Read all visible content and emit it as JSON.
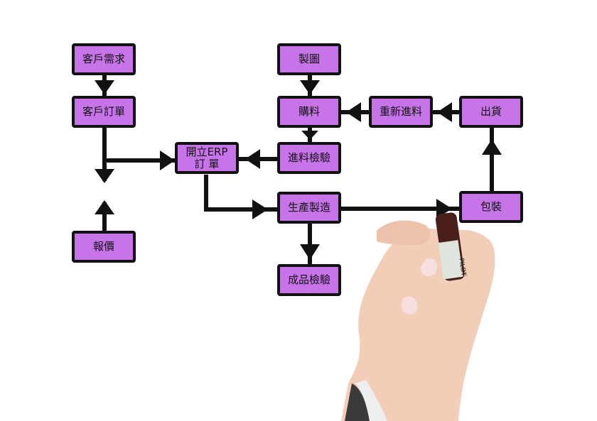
{
  "nodes": {
    "customer_demand": "客戶需求",
    "customer_order": "客戶訂單",
    "quotation": "報價",
    "erp_order_line1": "開立ERP",
    "erp_order_line2": "訂 單",
    "drawing": "製圖",
    "purchasing": "購料",
    "incoming_inspection": "進料檢驗",
    "production": "生產製造",
    "final_inspection": "成品檢驗",
    "reorder": "重新進料",
    "shipping": "出貨",
    "packaging": "包裝"
  },
  "marker_label": "PILOT",
  "colors": {
    "box_fill": "#c774e8",
    "line": "#111111",
    "skin": "#f2cdb8"
  }
}
